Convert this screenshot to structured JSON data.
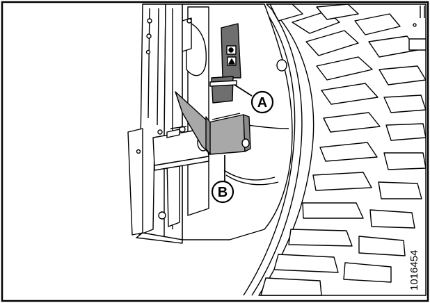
{
  "callouts": {
    "a": {
      "label": "A"
    },
    "b": {
      "label": "B"
    }
  },
  "figure_id": "1016454",
  "colors": {
    "line": "#000000",
    "part_fill": "#a8a8a8",
    "part_dark": "#6f6f6f",
    "background": "#ffffff"
  }
}
